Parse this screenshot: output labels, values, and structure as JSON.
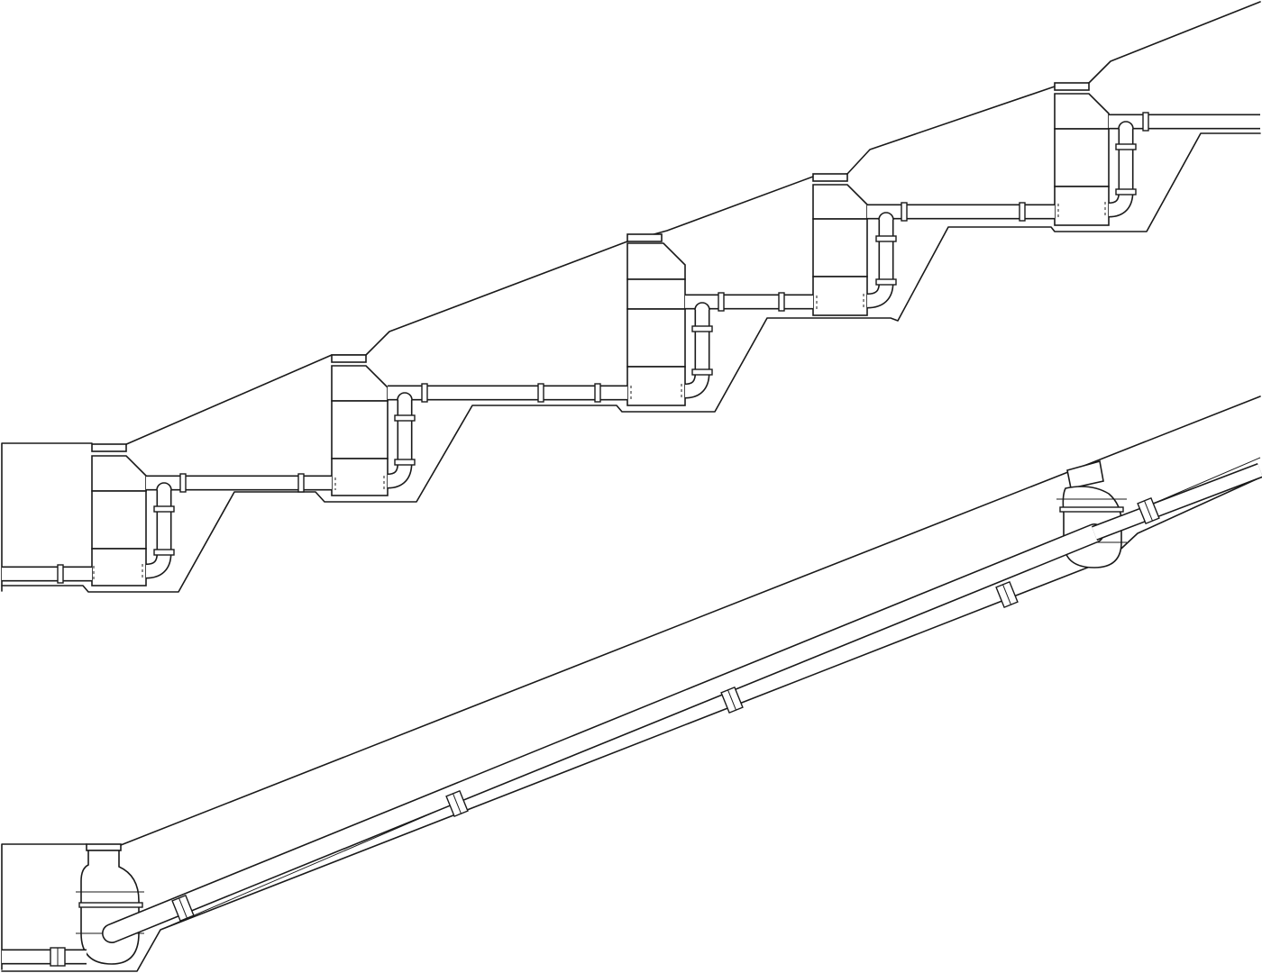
{
  "diagram": {
    "description_visible_text": [],
    "stroke_color": "#1a1a1a",
    "background_color": "#ffffff",
    "upper_system": {
      "type": "stepped",
      "chamber_count": 5,
      "connecting_pipe_count": 5,
      "riser_count": 5
    },
    "lower_system": {
      "type": "sloped-pipe",
      "chamber_count": 2,
      "pipe_coupling_count": 5
    }
  }
}
